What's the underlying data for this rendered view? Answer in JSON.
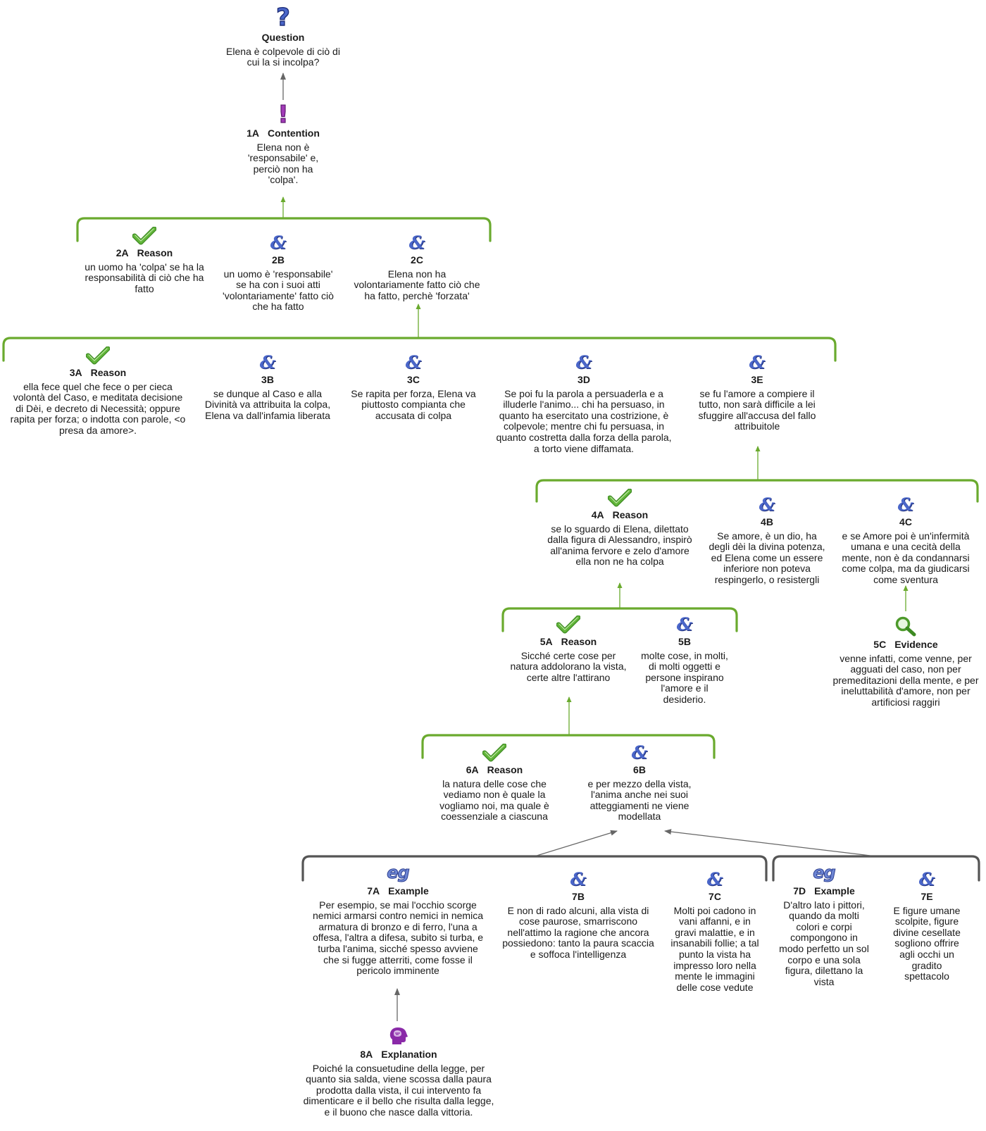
{
  "question": {
    "heading": "Question",
    "text": "Elena è colpevole di ciò di cui la si incolpa?"
  },
  "nodes": {
    "n1A": {
      "id": "1A",
      "kind": "Contention",
      "text": "Elena non è 'responsabile' e, perciò non ha 'colpa'.",
      "icon": "exclamation-icon"
    },
    "n2A": {
      "id": "2A",
      "kind": "Reason",
      "text": "un uomo ha 'colpa' se ha la responsabilità di ciò che ha fatto",
      "icon": "checkmark-icon"
    },
    "n2B": {
      "id": "2B",
      "kind": "",
      "text": "un uomo è 'responsabile' se ha con i suoi atti 'volontariamente' fatto ciò che ha fatto",
      "icon": "ampersand-icon"
    },
    "n2C": {
      "id": "2C",
      "kind": "",
      "text": "Elena non ha volontariamente fatto ciò che ha fatto, perchè 'forzata'",
      "icon": "ampersand-icon"
    },
    "n3A": {
      "id": "3A",
      "kind": "Reason",
      "text": "ella fece quel che fece o per cieca volontà del Caso, e meditata decisione di Dèi, e decreto di Necessità; oppure rapita per forza; o indotta con parole, <o presa da amore>.",
      "icon": "checkmark-icon"
    },
    "n3B": {
      "id": "3B",
      "kind": "",
      "text": "se dunque al Caso e alla Divinità va attribuita la colpa, Elena va dall'infamia liberata",
      "icon": "ampersand-icon"
    },
    "n3C": {
      "id": "3C",
      "kind": "",
      "text": "Se rapita per forza, Elena va piuttosto compianta che accusata di colpa",
      "icon": "ampersand-icon"
    },
    "n3D": {
      "id": "3D",
      "kind": "",
      "text": "Se poi fu la parola a persuaderla e a illuderle l'animo... chi ha persuaso, in quanto ha esercitato una costrizione, è colpevole; mentre chi fu persuasa, in quanto costretta dalla forza della parola, a torto viene diffamata.",
      "icon": "ampersand-icon"
    },
    "n3E": {
      "id": "3E",
      "kind": "",
      "text": "se fu l'amore a compiere il tutto, non sarà difficile a lei sfuggire all'accusa del fallo attribuitole",
      "icon": "ampersand-icon"
    },
    "n4A": {
      "id": "4A",
      "kind": "Reason",
      "text": "se lo sguardo di Elena, dilettato dalla figura di Alessandro, inspirò all'anima fervore e zelo d'amore ella non ne ha colpa",
      "icon": "checkmark-icon"
    },
    "n4B": {
      "id": "4B",
      "kind": "",
      "text": "Se amore, è un dio, ha degli dèi la divina potenza, ed Elena come un essere inferiore non poteva respingerlo, o resistergli",
      "icon": "ampersand-icon"
    },
    "n4C": {
      "id": "4C",
      "kind": "",
      "text": "e se Amore poi è un'infermità umana e una cecità della mente, non è da condannarsi come colpa, ma da giudicarsi come sventura",
      "icon": "ampersand-icon"
    },
    "n5A": {
      "id": "5A",
      "kind": "Reason",
      "text": "Sicché certe cose per natura addolorano la vista, certe altre l'attirano",
      "icon": "checkmark-icon"
    },
    "n5B": {
      "id": "5B",
      "kind": "",
      "text": "molte cose, in molti, di molti oggetti e persone inspirano l'amore e il desiderio.",
      "icon": "ampersand-icon"
    },
    "n5C": {
      "id": "5C",
      "kind": "Evidence",
      "text": "venne infatti, come venne, per agguati del caso, non per premeditazioni della mente, e per ineluttabilità d'amore, non per artificiosi raggiri",
      "icon": "magnifier-icon"
    },
    "n6A": {
      "id": "6A",
      "kind": "Reason",
      "text": "la natura delle cose che vediamo non è quale la vogliamo noi, ma quale è coessenziale a ciascuna",
      "icon": "checkmark-icon"
    },
    "n6B": {
      "id": "6B",
      "kind": "",
      "text": "e per mezzo della vista, l'anima anche nei suoi atteggiamenti ne viene modellata",
      "icon": "ampersand-icon"
    },
    "n7A": {
      "id": "7A",
      "kind": "Example",
      "text": "Per esempio, se mai l'occhio scorge nemici armarsi contro nemici in nemica armatura di bronzo e di ferro, l'una a offesa, l'altra a difesa, subito si turba, e turba l'anima, sicché spesso avviene che si fugge atterriti, come fosse il pericolo imminente",
      "icon": "eg-icon"
    },
    "n7B": {
      "id": "7B",
      "kind": "",
      "text": "E non di rado alcuni, alla vista di cose paurose, smarriscono nell'attimo la ragione che ancora possiedono: tanto la paura scaccia e soffoca l'intelligenza",
      "icon": "ampersand-icon"
    },
    "n7C": {
      "id": "7C",
      "kind": "",
      "text": "Molti poi cadono in vani affanni, e in gravi malattie, e in insanabili follie; a tal punto la vista ha impresso loro nella mente le immagini delle cose vedute",
      "icon": "ampersand-icon"
    },
    "n7D": {
      "id": "7D",
      "kind": "Example",
      "text": "D'altro lato i pittori, quando da molti colori e corpi compongono in modo perfetto un sol corpo e una sola figura, dilettano la vista",
      "icon": "eg-icon"
    },
    "n7E": {
      "id": "7E",
      "kind": "",
      "text": "E figure umane scolpite, figure divine cesellate sogliono offrire agli occhi un gradito spettacolo",
      "icon": "ampersand-icon"
    },
    "n8A": {
      "id": "8A",
      "kind": "Explanation",
      "text": "Poiché la consuetudine della legge, per quanto sia salda, viene scossa dalla paura prodotta dalla vista, il cui intervento fa dimenticare e il bello che risulta dalla legge, e il buono che nasce dalla vittoria.",
      "icon": "head-icon"
    }
  },
  "icon_glyphs": {
    "question": "?",
    "exclamation": "!",
    "ampersand": "&",
    "eg": "eg"
  },
  "colors": {
    "bracket": "#6aaa2e",
    "arrow_green": "#6aaa2e",
    "arrow_gray": "#666666",
    "bracket_gray": "#555555",
    "check": "#62b53a",
    "amp": "#4a66c9",
    "question": "#4a66c9",
    "exclamation": "#a23bb8",
    "head": "#8a2aa8"
  }
}
